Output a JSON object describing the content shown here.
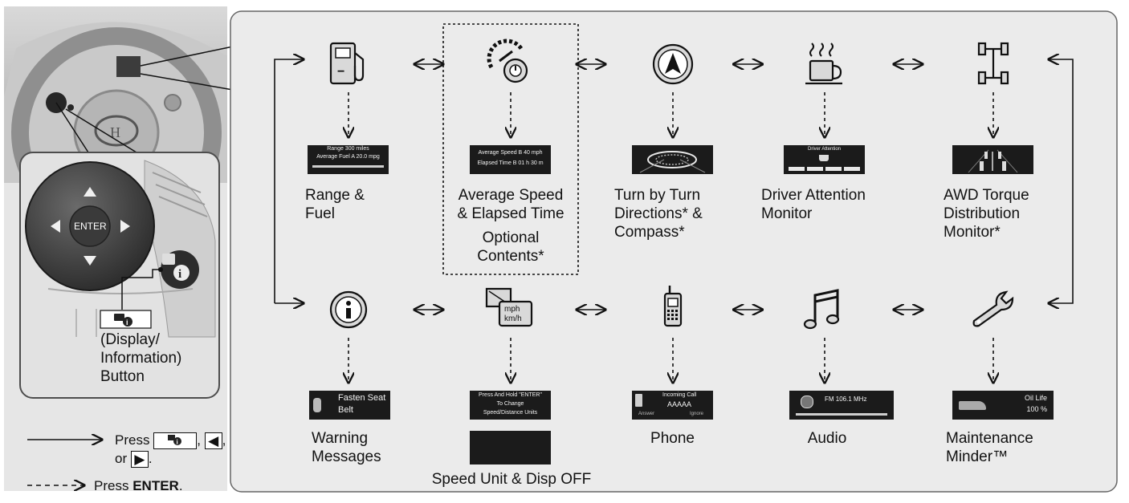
{
  "panel": {
    "enter_label": "ENTER",
    "button_caption": [
      "(Display/",
      "Information)",
      "Button"
    ]
  },
  "items": [
    {
      "id": "range_fuel",
      "icon": "fuel-pump-icon",
      "label": [
        "Range &",
        "Fuel"
      ],
      "screen": {
        "line1": "Range  300 miles",
        "line2": "Average Fuel  A  20.0 mpg"
      }
    },
    {
      "id": "avg_speed",
      "icon": "speedometer-timer-icon",
      "label": [
        "Average Speed",
        "& Elapsed Time"
      ],
      "optional": [
        "Optional",
        "Contents*"
      ],
      "screen": {
        "line1": "Average Speed B  40 mph",
        "line2": "Elapsed Time  B  01 h 30 m"
      }
    },
    {
      "id": "turn_by_turn",
      "icon": "compass-icon",
      "label": [
        "Turn by Turn",
        "Directions* &",
        "Compass*"
      ]
    },
    {
      "id": "driver_attention",
      "icon": "coffee-cup-icon",
      "label": [
        "Driver Attention",
        "Monitor"
      ],
      "screen": {
        "title": "Driver Attention"
      }
    },
    {
      "id": "awd_torque",
      "icon": "awd-chassis-icon",
      "label": [
        "AWD Torque",
        "Distribution",
        "Monitor*"
      ]
    },
    {
      "id": "warning",
      "icon": "info-icon",
      "label": [
        "Warning",
        "Messages"
      ],
      "screen": {
        "line1": "Fasten Seat",
        "line2": "Belt"
      }
    },
    {
      "id": "speed_unit",
      "icon": "speed-unit-icon",
      "label": [
        "Speed Unit & Disp OFF"
      ],
      "icon_text": "mph\nkm/h",
      "screen": {
        "line1": "Press And Hold \"ENTER\"",
        "line2": "To Change",
        "line3": "Speed/Distance Units"
      }
    },
    {
      "id": "phone",
      "icon": "phone-icon",
      "label": [
        "Phone"
      ],
      "screen": {
        "line1": "Incoming Call",
        "line2": "AAAAA",
        "left": "Answer",
        "right": "Ignore"
      }
    },
    {
      "id": "audio",
      "icon": "music-note-icon",
      "label": [
        "Audio"
      ],
      "screen": {
        "line1": "FM 106.1 MHz"
      }
    },
    {
      "id": "maintenance",
      "icon": "wrench-icon",
      "label": [
        "Maintenance",
        "Minder™"
      ],
      "screen": {
        "line1": "Oil Life",
        "line2": "100 %"
      }
    }
  ],
  "legend": {
    "solid_prefix": "Press",
    "solid_sep": ",",
    "solid_or": "or",
    "solid_end": ".",
    "dashed_prefix": "Press",
    "dashed_key": "ENTER",
    "dashed_end": "."
  },
  "colors": {
    "icon_fill": "#d9d9d9",
    "icon_stroke": "#111111",
    "screen_bg": "#1b1b1b",
    "panel_border": "#666666"
  }
}
